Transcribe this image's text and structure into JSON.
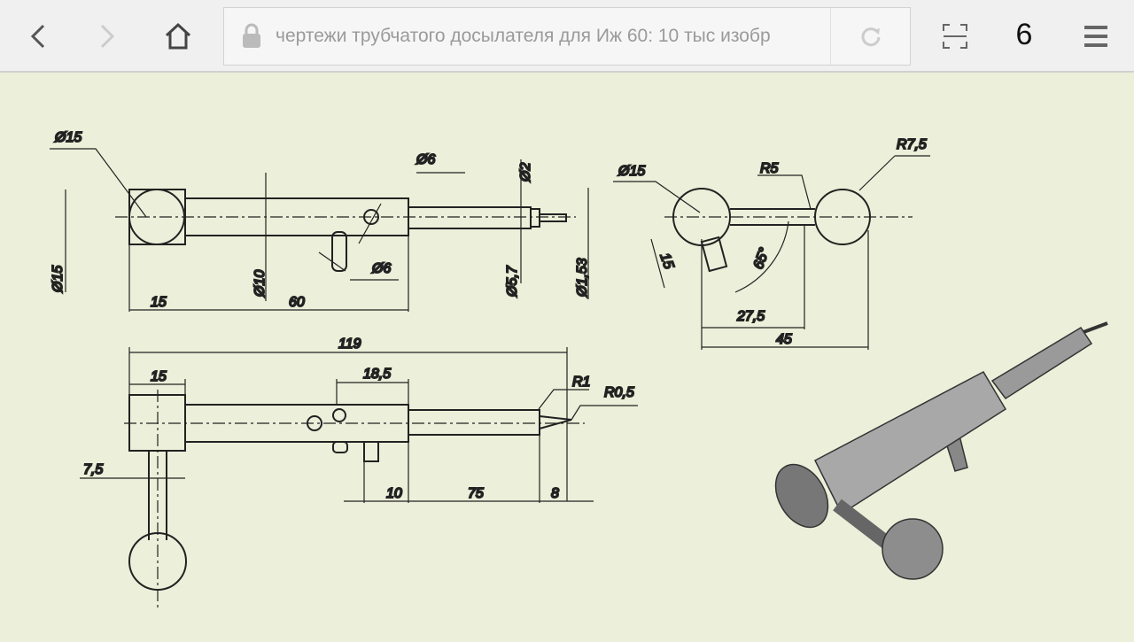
{
  "browser": {
    "url_text": "чертежи трубчатого досылателя для Иж 60: 10 тыс изобр",
    "tab_count": "6"
  },
  "drawing": {
    "top_view": {
      "d_head": "Ø15",
      "d_hole": "Ø6",
      "d_tip": "Ø2",
      "d_pin": "Ø6",
      "d_head_side": "Ø15",
      "d_tube": "Ø10",
      "len_head": "15",
      "len_tube": "60",
      "d_rod": "Ø5,7",
      "d_tip2": "Ø1,53"
    },
    "end_view": {
      "d_body": "Ø15",
      "r_neck": "R5",
      "r_ball": "R7,5",
      "len_pin": "15",
      "angle": "65°",
      "dist1": "27,5",
      "dist2": "45"
    },
    "front_view": {
      "total": "119",
      "len_head": "15",
      "slot": "18,5",
      "r1": "R1",
      "r2": "R0,5",
      "offset": "7,5",
      "d10": "10",
      "d75": "75",
      "d8": "8"
    }
  }
}
